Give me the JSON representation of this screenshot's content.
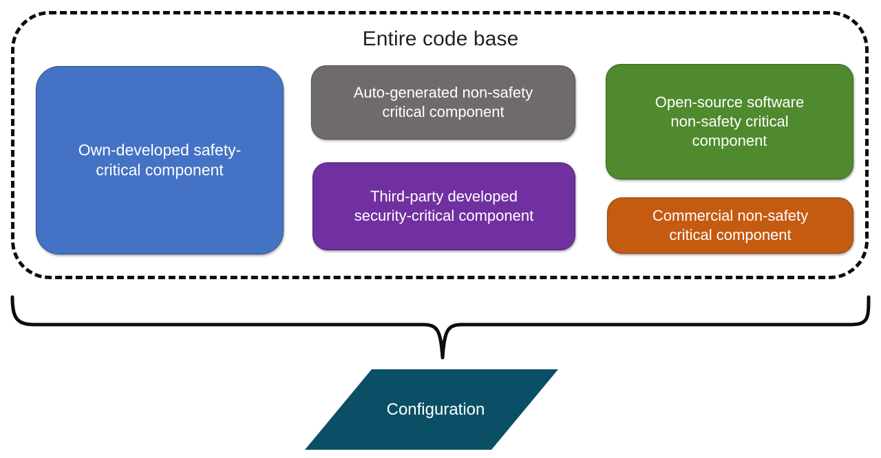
{
  "diagram": {
    "group": {
      "title": "Entire code base",
      "border_style": "dashed",
      "border_color": "#0d0d0d"
    },
    "components": [
      {
        "id": "own-developed-safety-critical",
        "label": "Own-developed safety-critical component",
        "line1": "Own-developed safety-",
        "line2": "critical component",
        "color": "#4472c4"
      },
      {
        "id": "auto-generated-non-safety-critical",
        "label": "Auto-generated non-safety critical component",
        "line1": "Auto-generated non-safety",
        "line2": "critical component",
        "color": "#706b6b"
      },
      {
        "id": "third-party-security-critical",
        "label": "Third-party developed security-critical component",
        "line1": "Third-party developed",
        "line2": "security-critical component",
        "color": "#7030a0"
      },
      {
        "id": "open-source-non-safety-critical",
        "label": "Open-source software non-safety critical component",
        "line1": "Open-source software",
        "line2": "non-safety critical",
        "line3": "component",
        "color": "#4f8a2e"
      },
      {
        "id": "commercial-non-safety-critical",
        "label": "Commercial non-safety critical component",
        "line1": "Commercial non-safety",
        "line2": "critical component",
        "color": "#c55a11"
      }
    ],
    "connector": {
      "type": "curly-brace",
      "orientation": "down",
      "color": "#0d0d0d"
    },
    "output": {
      "id": "configuration",
      "label": "Configuration",
      "shape": "parallelogram",
      "color": "#0b4f66"
    }
  }
}
